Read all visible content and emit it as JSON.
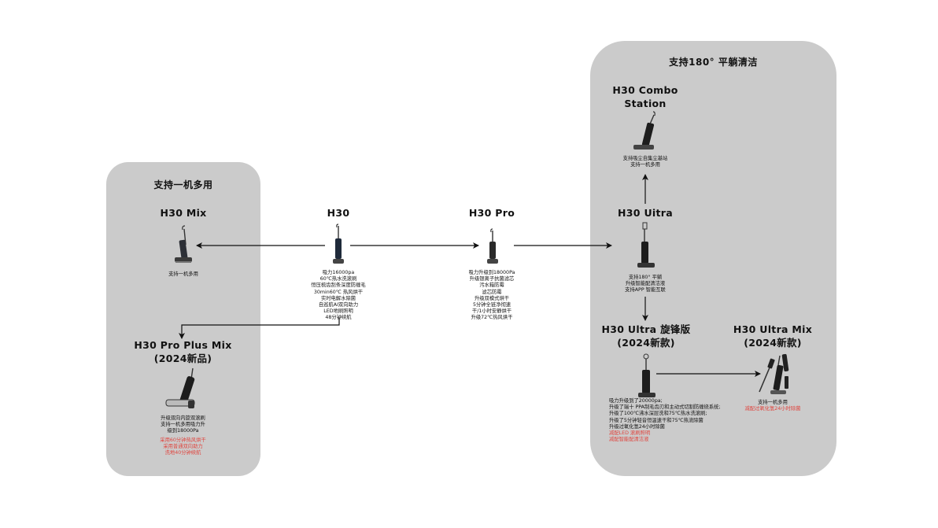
{
  "groups": {
    "left": {
      "title": "支持一机多用"
    },
    "right": {
      "title": "支持180° 平躺清洁"
    }
  },
  "colors": {
    "group_bg": "#cbcbcb",
    "highlight_text": "#e0443e",
    "arrow": "#111111"
  },
  "nodes": {
    "h30": {
      "title": "H30",
      "features": [
        "吸力16000pa",
        "60℃热水洗滚刷",
        "恒压梳齿刮条深度防缠毛",
        "30min60℃ 热风烘干",
        "实时电解水除菌",
        "自巡航AI双向助力",
        "LED地刷照明",
        "48分钟续航"
      ]
    },
    "h30_pro": {
      "title": "H30 Pro",
      "features": [
        "吸力升级到18000Pa",
        "升级银离子抗菌滤芯",
        "污水箱防霉",
        "滤芯防霉",
        "升级双模式烘干",
        "5分钟全链净彻速",
        "干/1小时安静烘干",
        "升级72℃热风烘干"
      ]
    },
    "h30_mix": {
      "title": "H30 Mix",
      "features": [
        "支持一机多用"
      ]
    },
    "h30_pro_plus_mix": {
      "title_line1": "H30 Pro Plus Mix",
      "title_line2": "(2024新品)",
      "features": [
        "升级双向内旋双滚刷",
        "支持一机多用吸力升",
        "级到18000Pa"
      ],
      "highlights": [
        "采用60分钟热风烘干",
        "采用普通双向助力",
        "洗地40分钟续航"
      ]
    },
    "h30_ultra": {
      "title": "H30 Uitra",
      "features": [
        "支持180° 平躺",
        "升级智能配清洁液",
        "支持APP 智能互联"
      ]
    },
    "h30_combo_station": {
      "title_line1": "H30 Combo",
      "title_line2": "Station",
      "features": [
        "支持吸尘自集尘基站",
        "支持一机多用"
      ]
    },
    "h30_ultra_xuanfeng": {
      "title_line1": "H30 Ultra 旋锋版",
      "title_line2": "(2024新款)",
      "features": [
        "吸力升级到了20000pa;",
        "升级了瑞十 PPA制毛齿刃和主动式切割防缠绕系统;",
        "升级了100℃沸水深层洗和75℃热水洗滚刷;",
        "升级了5分钟轻音恒温速干和75℃热流除菌",
        "升级过氧化氢24小时除菌"
      ],
      "highlights": [
        "减配LED 滚刷照明",
        "减配智能配清洁液"
      ]
    },
    "h30_ultra_mix": {
      "title_line1": "H30 Ultra Mix",
      "title_line2": "(2024新款)",
      "features": [
        "支持一机多用"
      ],
      "highlights": [
        "减配过氧化氢24小时除菌"
      ]
    }
  },
  "connections": [
    {
      "from": "H30",
      "to": "H30 Mix"
    },
    {
      "from": "H30",
      "to": "H30 Pro"
    },
    {
      "from": "H30",
      "to": "H30 Pro Plus Mix"
    },
    {
      "from": "H30 Pro",
      "to": "H30 Uitra"
    },
    {
      "from": "H30 Uitra",
      "to": "H30 Combo Station"
    },
    {
      "from": "H30 Uitra",
      "to": "H30 Ultra 旋锋版"
    },
    {
      "from": "H30 Ultra 旋锋版",
      "to": "H30 Ultra Mix"
    }
  ]
}
